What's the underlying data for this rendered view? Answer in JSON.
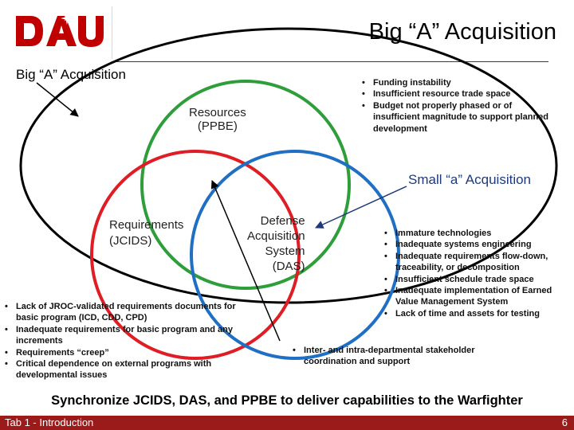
{
  "header": {
    "title": "Big “A” Acquisition",
    "logo_text": "DAU"
  },
  "diagram": {
    "big_a_label": "Big “A” Acquisition",
    "small_a_label": "Small “a” Acquisition",
    "resources_label": [
      "Resources",
      "(PPBE)"
    ],
    "requirements_label": [
      "Requirements",
      "(JCIDS)"
    ],
    "defense_label": [
      "Defense",
      "Acquisition",
      "System",
      "(DAS)"
    ]
  },
  "bullets": {
    "ppbe": [
      "Funding instability",
      "Insufficient resource trade space",
      "Budget not properly phased or of insufficient magnitude to support planned development"
    ],
    "small_a": [
      "Immature technologies",
      "Inadequate systems engineering",
      "Inadequate requirements flow-down, traceability, or decomposition",
      "Insufficient schedule trade space",
      "Inadequate implementation of Earned Value Management System",
      "Lack of time and assets for testing"
    ],
    "requirements": [
      "Lack of JROC-validated requirements documents for basic program (ICD, CDD, CPD)",
      "Inadequate requirements for basic program and any increments",
      "Requirements “creep”",
      "Critical dependence on external programs with developmental issues"
    ],
    "stakeholder": [
      "Inter- and intra-departmental stakeholder coordination and support"
    ]
  },
  "footer": {
    "message": "Synchronize JCIDS, DAS, and PPBE to deliver capabilities to the Warfighter",
    "section": "Tab 1 - Introduction",
    "page_number": "6"
  },
  "colors": {
    "brand_red": "#c00000",
    "footer_bar": "#9b1b1b",
    "circle_resources": "#2e9e3a",
    "circle_requirements": "#e01c24",
    "circle_das": "#1f6fc4",
    "small_a_text": "#1f3a7a"
  }
}
